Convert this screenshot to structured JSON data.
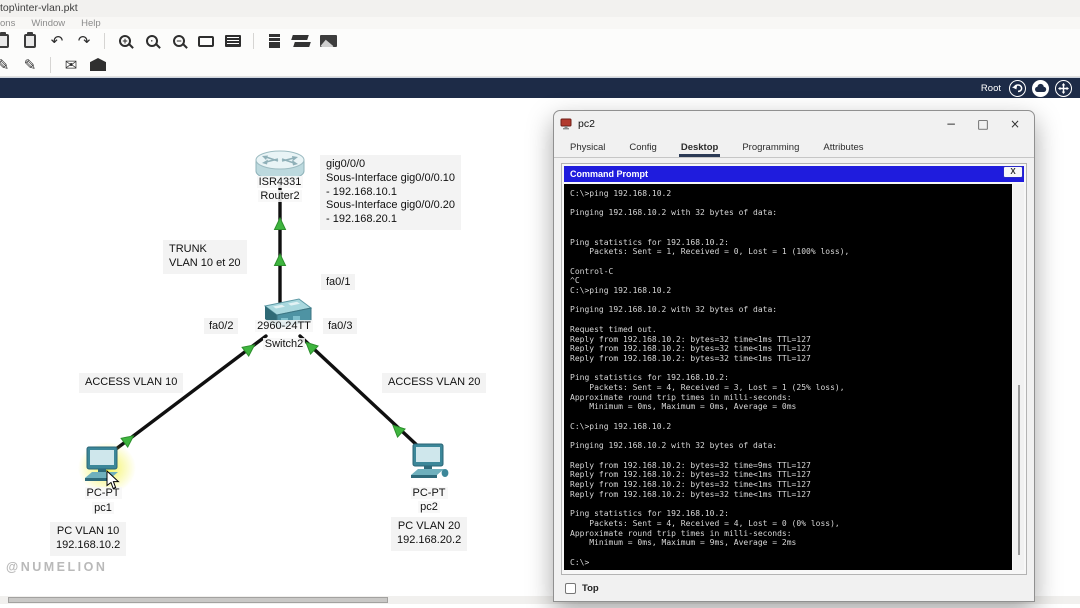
{
  "colors": {
    "navy": "#1d2b47",
    "prompt_blue": "#1f1cdd",
    "link_green": "#3fb53f"
  },
  "app": {
    "title": "top\\inter-vlan.pkt",
    "menu_items": [
      "ons",
      "Window",
      "Help"
    ],
    "root_label": "Root"
  },
  "watermark": "@NUMELION",
  "topology": {
    "router_model": "ISR4331",
    "router_name": "Router2",
    "router_note": [
      "gig0/0/0",
      "Sous-Interface gig0/0/0.10",
      " - 192.168.10.1",
      "Sous-Interface gig0/0/0.20",
      "- 192.168.20.1"
    ],
    "trunk_note": [
      "TRUNK",
      "VLAN 10 et 20"
    ],
    "port_fa01": "fa0/1",
    "port_fa02": "fa0/2",
    "port_fa03": "fa0/3",
    "switch_model": "2960-24TT",
    "switch_name": "Switch2",
    "access_vlan10": "ACCESS VLAN 10",
    "access_vlan20": "ACCESS VLAN 20",
    "pc1_model": "PC-PT",
    "pc1_name": "pc1",
    "pc1_note": [
      "PC VLAN 10",
      "192.168.10.2"
    ],
    "pc2_model": "PC-PT",
    "pc2_name": "pc2",
    "pc2_note": [
      "PC VLAN 20",
      "192.168.20.2"
    ]
  },
  "device_window": {
    "title": "pc2",
    "tabs": [
      "Physical",
      "Config",
      "Desktop",
      "Programming",
      "Attributes"
    ],
    "active_tab": "Desktop",
    "prompt_title": "Command Prompt",
    "prompt_close": "X",
    "top_label": "Top",
    "terminal": "C:\\>ping 192.168.10.2\n\nPinging 192.168.10.2 with 32 bytes of data:\n\n\nPing statistics for 192.168.10.2:\n    Packets: Sent = 1, Received = 0, Lost = 1 (100% loss),\n\nControl-C\n^C\nC:\\>ping 192.168.10.2\n\nPinging 192.168.10.2 with 32 bytes of data:\n\nRequest timed out.\nReply from 192.168.10.2: bytes=32 time<1ms TTL=127\nReply from 192.168.10.2: bytes=32 time<1ms TTL=127\nReply from 192.168.10.2: bytes=32 time<1ms TTL=127\n\nPing statistics for 192.168.10.2:\n    Packets: Sent = 4, Received = 3, Lost = 1 (25% loss),\nApproximate round trip times in milli-seconds:\n    Minimum = 0ms, Maximum = 0ms, Average = 0ms\n\nC:\\>ping 192.168.10.2\n\nPinging 192.168.10.2 with 32 bytes of data:\n\nReply from 192.168.10.2: bytes=32 time=9ms TTL=127\nReply from 192.168.10.2: bytes=32 time<1ms TTL=127\nReply from 192.168.10.2: bytes=32 time<1ms TTL=127\nReply from 192.168.10.2: bytes=32 time<1ms TTL=127\n\nPing statistics for 192.168.10.2:\n    Packets: Sent = 4, Received = 4, Lost = 0 (0% loss),\nApproximate round trip times in milli-seconds:\n    Minimum = 0ms, Maximum = 9ms, Average = 2ms\n\nC:\\>"
  }
}
